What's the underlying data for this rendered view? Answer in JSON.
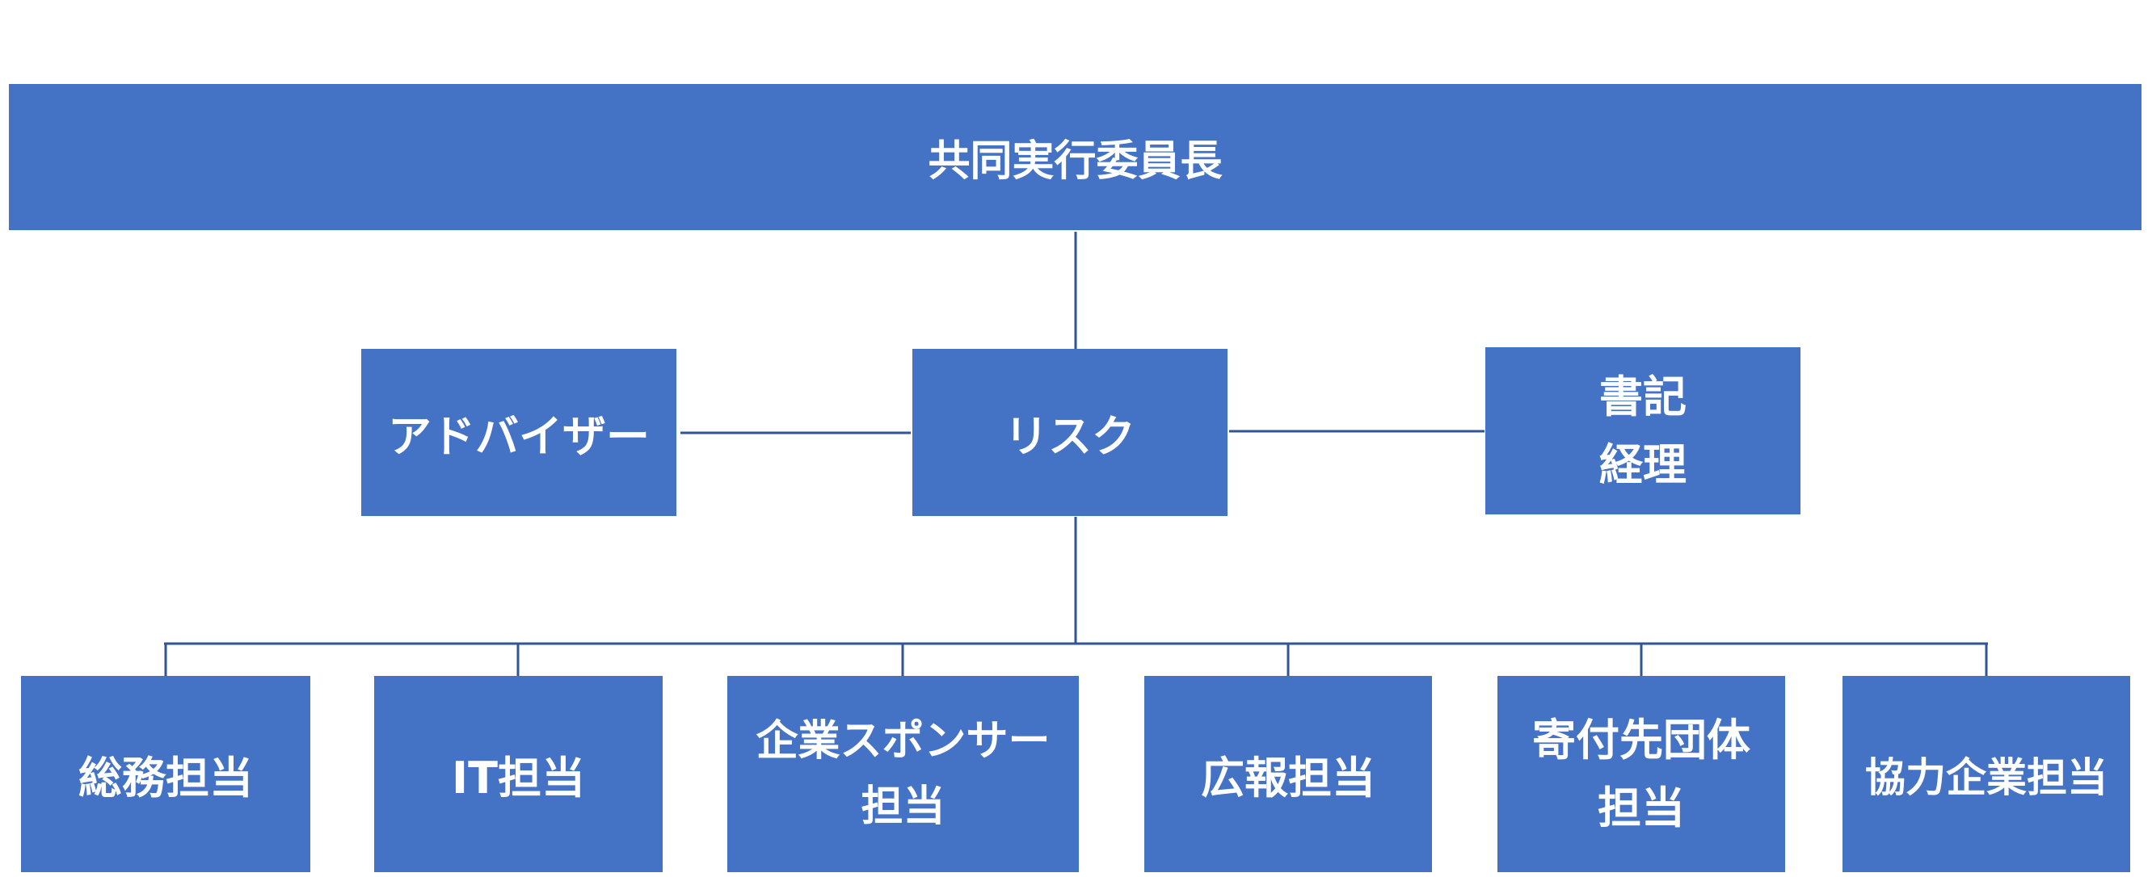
{
  "org_chart": {
    "top": {
      "label": "共同実行委員長"
    },
    "middle": {
      "advisor": {
        "label": "アドバイザー"
      },
      "risk": {
        "label": "リスク"
      },
      "secretary": {
        "line1": "書記",
        "line2": "経理"
      }
    },
    "departments": [
      {
        "line1": "総務担当"
      },
      {
        "line1": "IT担当"
      },
      {
        "line1": "企業スポンサー",
        "line2": "担当"
      },
      {
        "line1": "広報担当"
      },
      {
        "line1": "寄付先団体",
        "line2": "担当"
      },
      {
        "line1": "協力企業担当"
      }
    ]
  },
  "colors": {
    "box_fill": "#4472c4",
    "box_text": "#ffffff",
    "connector": "#2f5597"
  }
}
